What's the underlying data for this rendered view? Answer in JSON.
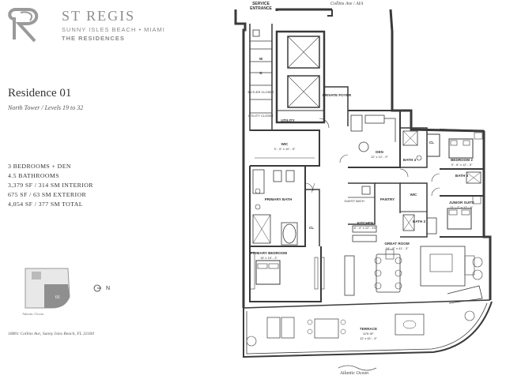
{
  "brand": {
    "name": "ST REGIS",
    "location": "SUNNY ISLES BEACH • MIAMI",
    "residences": "THE RESIDENCES"
  },
  "residence": {
    "title": "Residence 01",
    "subtitle": "North Tower / Levels 19 to 32"
  },
  "specs": [
    "3 BEDROOMS + DEN",
    "4.5 BATHROOMS",
    "3,379 SF / 314 SM INTERIOR",
    "675 SF / 63 SM EXTERIOR",
    "4,054 SF / 377 SM TOTAL"
  ],
  "keymap": {
    "unit": "01",
    "ocean": "Atlantic Ocean",
    "north": "N"
  },
  "address": "18801 Collins Ave, Sunny Isles Beach, FL 33160",
  "plan": {
    "street": "Collins Ave / AIA",
    "ocean": "Atlantic Ocean",
    "service_entrance": "SERVICE ENTRANCE",
    "rooms": {
      "w": "W",
      "d": "D",
      "butler_closet": "BUTLER CLOSET",
      "utility_closet": "UTILITY CLOSET",
      "utility": "UTILITY",
      "private_foyer": "PRIVATE FOYER",
      "wic_primary": "WIC",
      "wic_primary_dim": "9' - 5\" x 10' - 5\"",
      "den": "DEN",
      "den_dim": "12' x 12' - 9\"",
      "cl": "CL",
      "bath4": "BATH 4",
      "bedroom2": "BEDROOM 2",
      "bedroom2_dim": "9' - 6\" x 12' - 5\"",
      "bath3": "BATH 3",
      "primary_bath": "PRIMARY BATH",
      "guest_bath": "GUEST BATH",
      "pantry": "PANTRY",
      "wic_junior": "WIC",
      "bath2": "BATH 2",
      "junior_suite": "JUNIOR SUITE",
      "junior_suite_dim": "11' - 2\" x 12' - 6\"",
      "kitchen": "KITCHEN",
      "kitchen_dim": "8' - 4\" x 12' - 10\"",
      "great_room": "GREAT ROOM",
      "great_room_dim": "16' - 8\" x 41' - 3\"",
      "primary_bedroom": "PRIMARY BEDROOM",
      "primary_bedroom_dim": "15' x 15' - 3\"",
      "cl2": "CL",
      "terrace": "TERRACE",
      "terrace_area": "675 SF",
      "terrace_dim": "12' x 61' - 9\""
    }
  }
}
